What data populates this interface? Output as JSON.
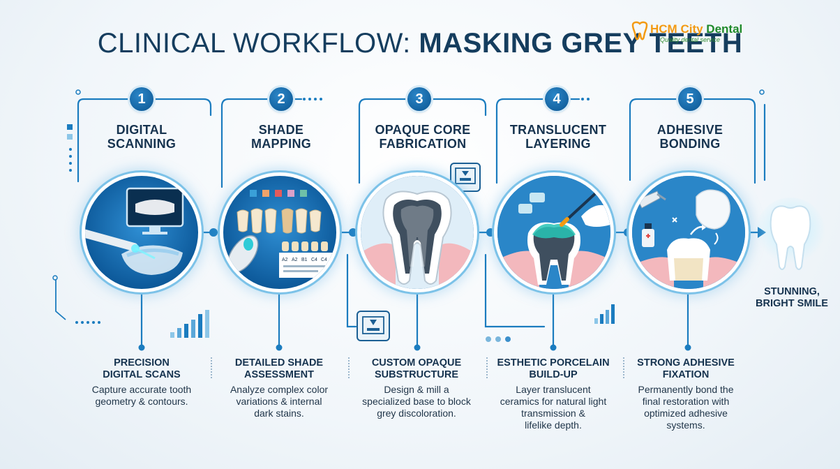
{
  "title": {
    "light": "CLINICAL WORKFLOW: ",
    "bold": "MASKING GREY TEETH"
  },
  "logo": {
    "brand_a": "HCM City",
    "brand_b": " Dental",
    "tagline": "Quality dental service"
  },
  "steps": [
    {
      "number": "1",
      "title_line1": "DIGITAL",
      "title_line2": "SCANNING",
      "subtitle_line1": "PRECISION",
      "subtitle_line2": "DIGITAL SCANS",
      "desc": [
        "Capture accurate tooth",
        "geometry & contours."
      ]
    },
    {
      "number": "2",
      "title_line1": "SHADE",
      "title_line2": "MAPPING",
      "subtitle_line1": "DETAILED SHADE",
      "subtitle_line2": "ASSESSMENT",
      "desc": [
        "Analyze complex color",
        "variations & internal",
        "dark stains."
      ],
      "shade_tabs": [
        "A2",
        "A2",
        "B1",
        "C4",
        "C4"
      ]
    },
    {
      "number": "3",
      "title_line1": "OPAQUE CORE",
      "title_line2": "FABRICATION",
      "subtitle_line1": "CUSTOM OPAQUE",
      "subtitle_line2": "SUBSTRUCTURE",
      "desc": [
        "Design & mill a",
        "specialized base to block",
        "grey discoloration."
      ]
    },
    {
      "number": "4",
      "title_line1": "TRANSLUCENT",
      "title_line2": "LAYERING",
      "subtitle_line1": "ESTHETIC PORCELAIN",
      "subtitle_line2": "BUILD-UP",
      "desc": [
        "Layer translucent",
        "ceramics for natural light",
        "transmission &",
        "lifelike depth."
      ]
    },
    {
      "number": "5",
      "title_line1": "ADHESIVE",
      "title_line2": "BONDING",
      "subtitle_line1": "STRONG ADHESIVE",
      "subtitle_line2": "FIXATION",
      "desc": [
        "Permanently bond the",
        "final restoration with",
        "optimized adhesive",
        "systems."
      ]
    }
  ],
  "final": {
    "line1": "STUNNING,",
    "line2": "BRIGHT SMILE"
  },
  "colors": {
    "navy": "#153d5e",
    "blue": "#0e5b9c",
    "teal": "#1aa6b7",
    "accent": "#f39a12",
    "green": "#1f8a2a"
  }
}
